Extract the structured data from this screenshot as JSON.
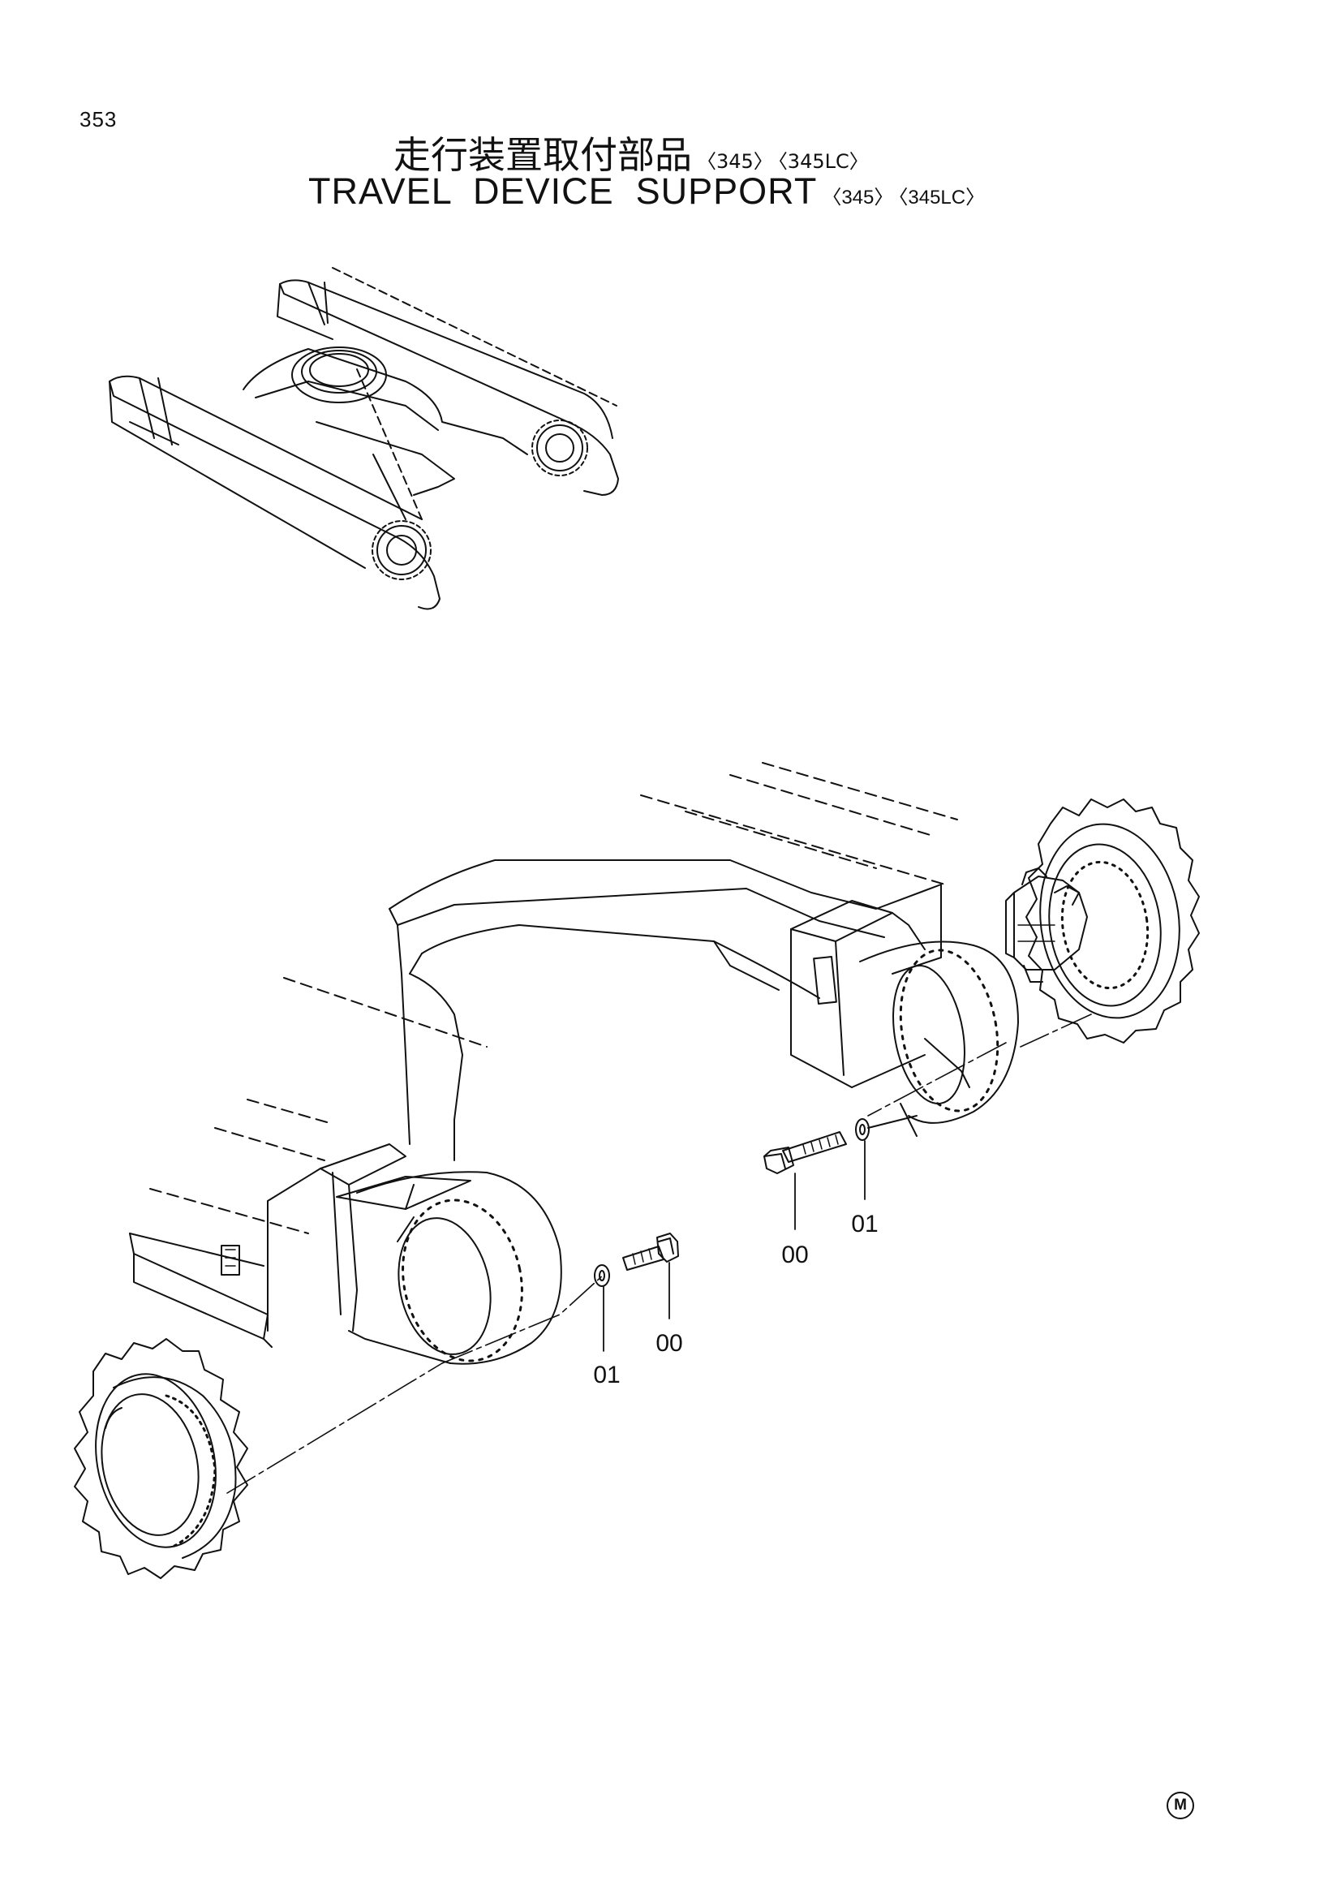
{
  "page": {
    "number": "353"
  },
  "title": {
    "jp": "走行装置取付部品",
    "en": "TRAVEL  DEVICE  SUPPORT",
    "models": [
      "〈345〉",
      "〈345LC〉"
    ]
  },
  "callouts": [
    {
      "id": "right-bolt",
      "label": "00"
    },
    {
      "id": "right-washer",
      "label": "01"
    },
    {
      "id": "left-bolt",
      "label": "00"
    },
    {
      "id": "left-washer",
      "label": "01"
    }
  ],
  "footer": {
    "mark": "M"
  },
  "colors": {
    "line": "#111111",
    "background": "#ffffff"
  }
}
